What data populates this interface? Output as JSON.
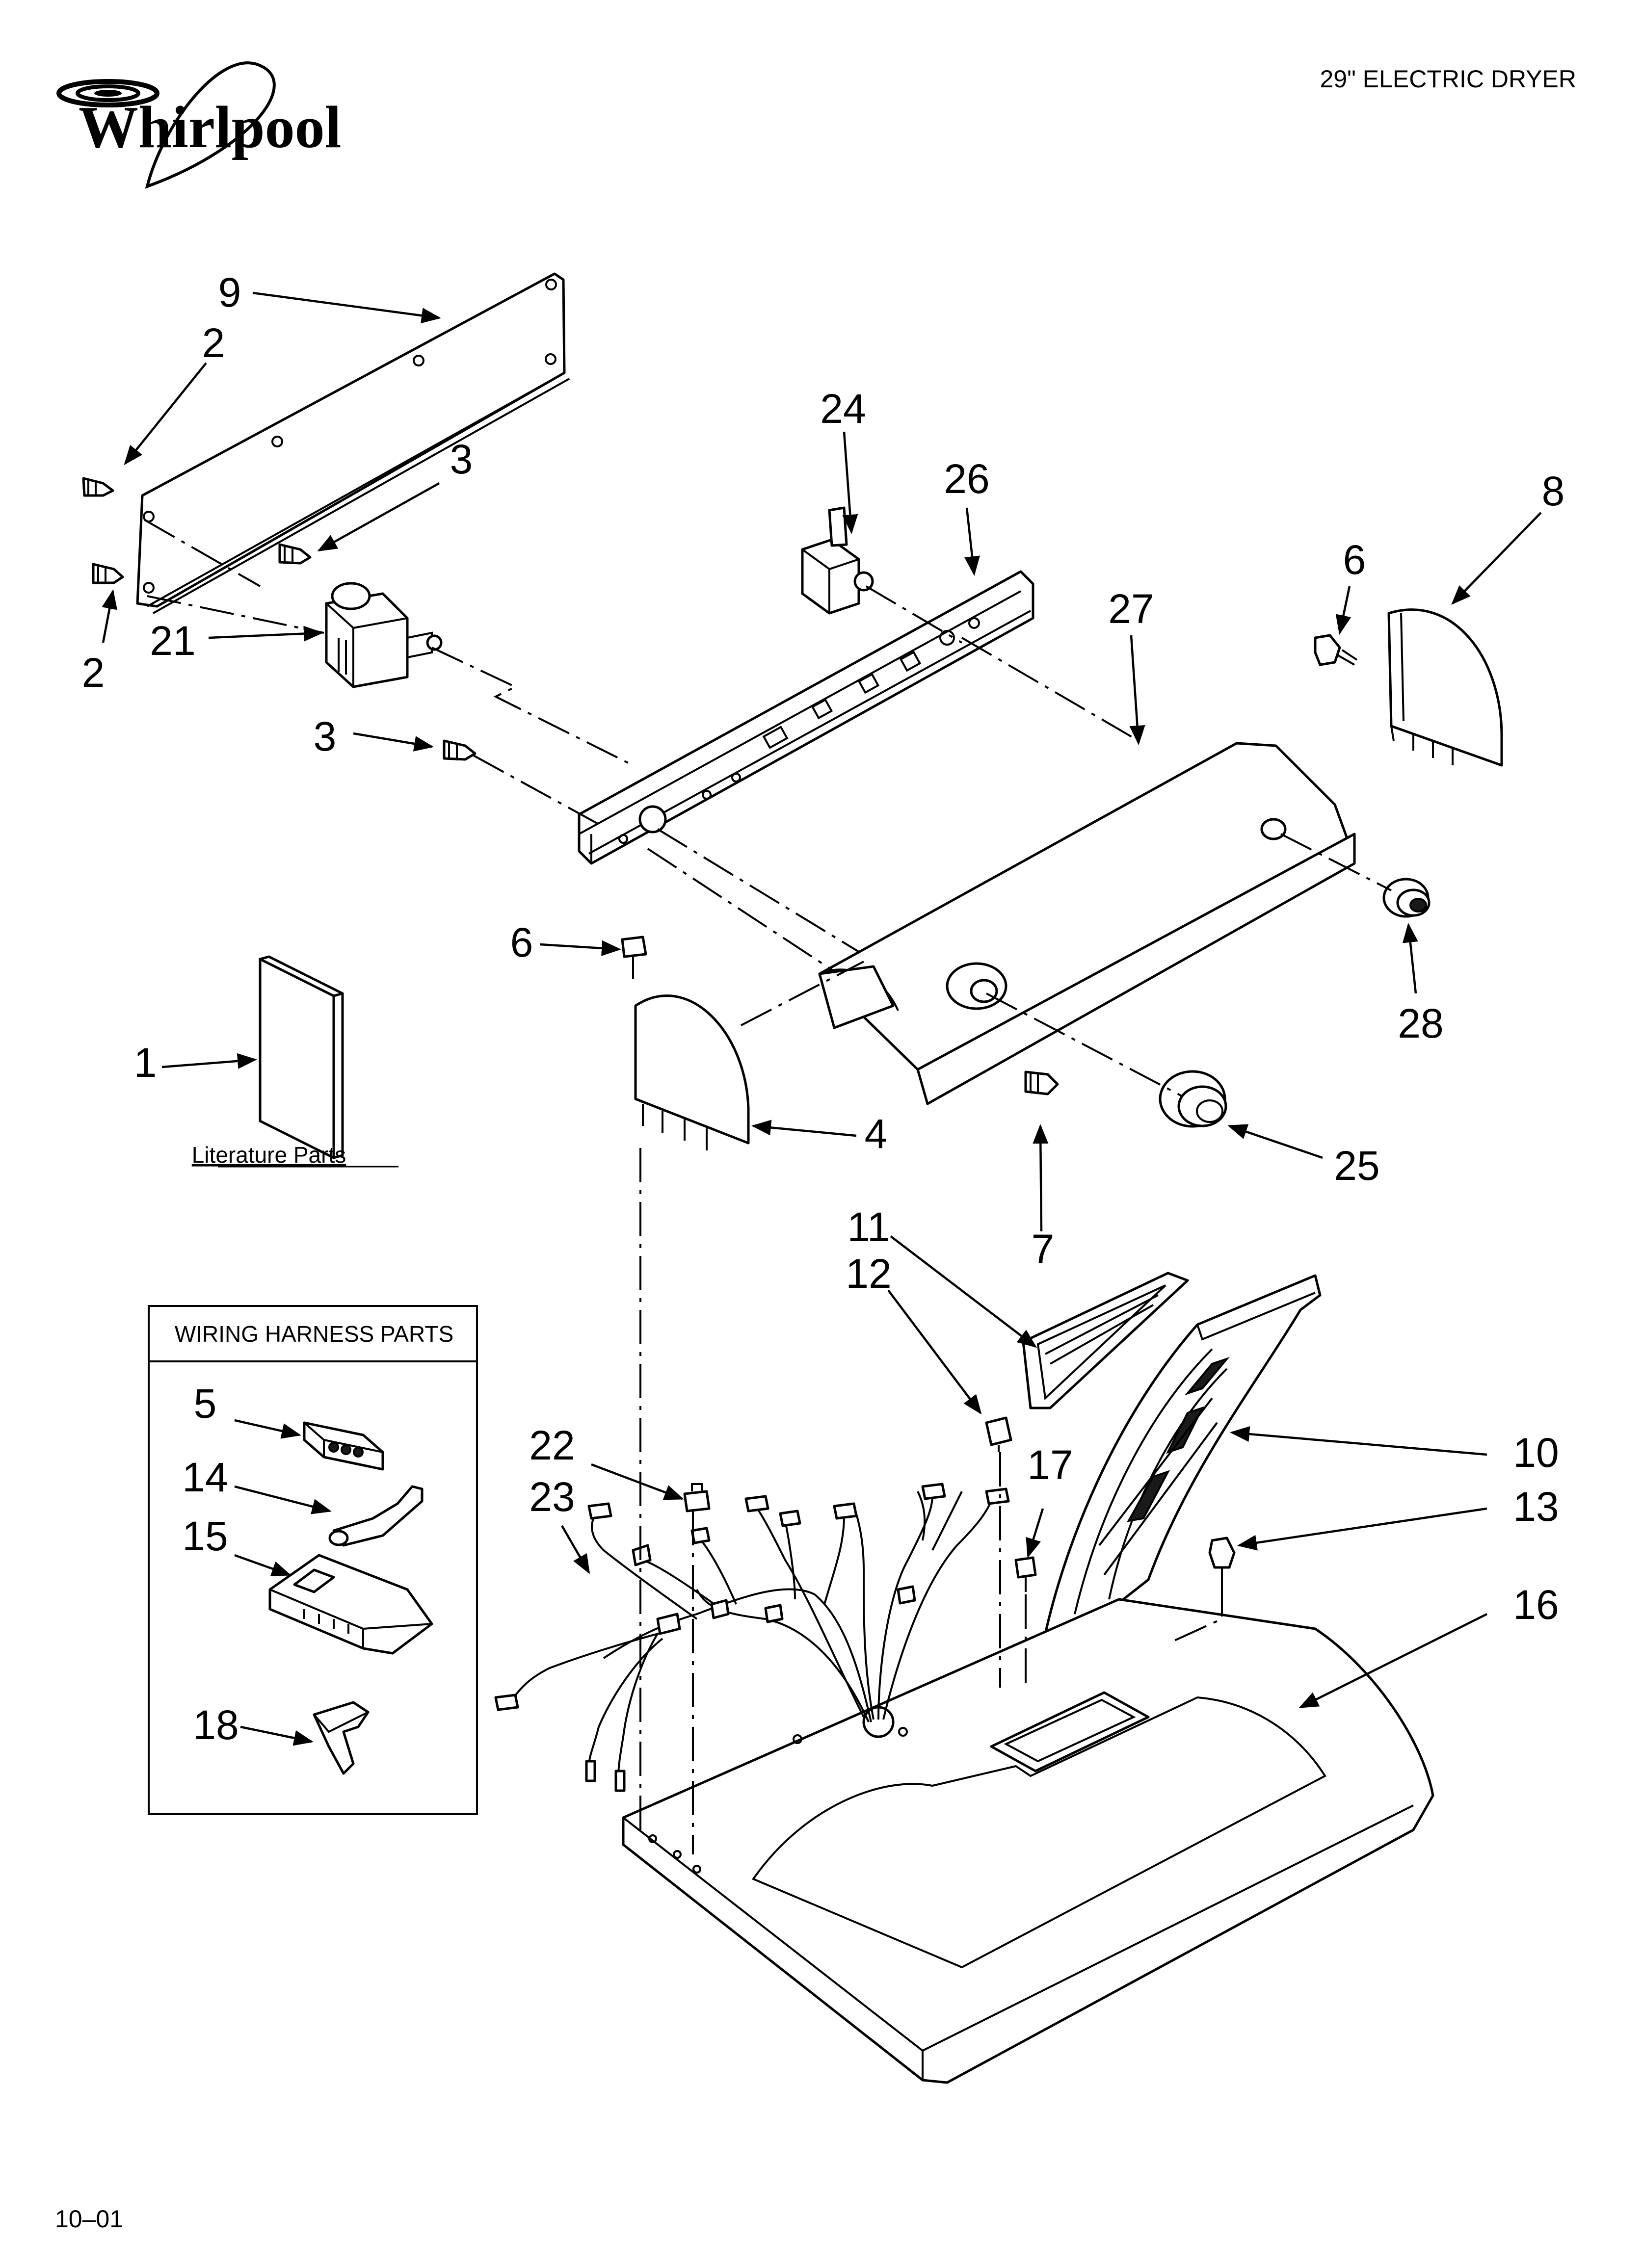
{
  "brand": {
    "logo_text": "Whirlpool"
  },
  "header": {
    "model_title": "29\" ELECTRIC DRYER"
  },
  "footer": {
    "code": "10–01"
  },
  "literature": {
    "label": "Literature Parts"
  },
  "wiring_box": {
    "title": "WIRING HARNESS PARTS"
  },
  "callouts": {
    "c1": "1",
    "c2a": "2",
    "c2b": "2",
    "c3a": "3",
    "c3b": "3",
    "c4": "4",
    "c5": "5",
    "c6a": "6",
    "c6b": "6",
    "c7": "7",
    "c8": "8",
    "c9": "9",
    "c10": "10",
    "c11": "11",
    "c12": "12",
    "c13": "13",
    "c14": "14",
    "c15": "15",
    "c16": "16",
    "c17": "17",
    "c18": "18",
    "c21": "21",
    "c22": "22",
    "c23": "23",
    "c24": "24",
    "c25": "25",
    "c26": "26",
    "c27": "27",
    "c28": "28"
  }
}
